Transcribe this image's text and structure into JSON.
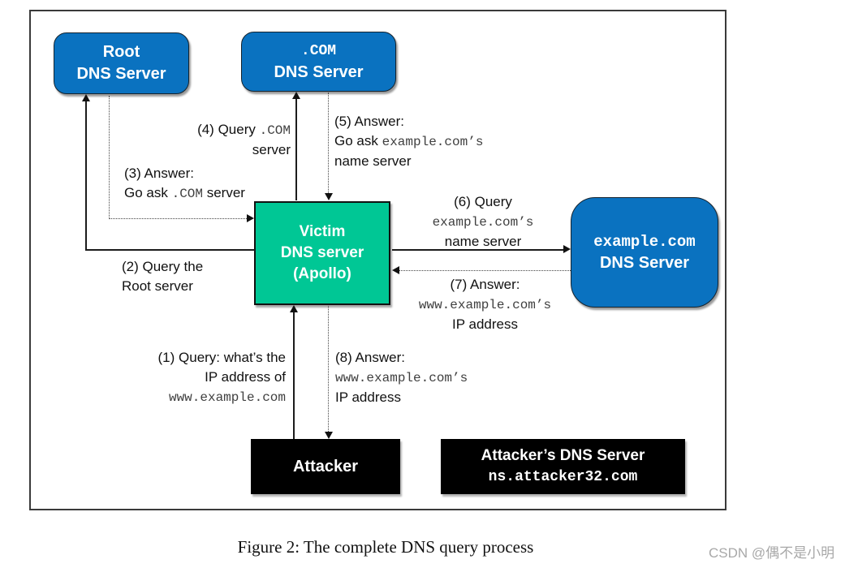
{
  "diagram": {
    "nodes": {
      "root": {
        "line1": "Root",
        "line2": "DNS Server"
      },
      "com": {
        "line1": ".COM",
        "line2": "DNS Server"
      },
      "victim": {
        "line1": "Victim",
        "line2": "DNS server",
        "line3": "(Apollo)"
      },
      "example": {
        "line1": "example.com",
        "line2": "DNS Server"
      },
      "attacker": {
        "line1": "Attacker"
      },
      "attacker_dns": {
        "line1": "Attacker’s DNS Server",
        "line2": "ns.attacker32.com"
      }
    },
    "labels": {
      "step1": {
        "line1": "(1) Query: what’s the",
        "line2": "IP address of",
        "line3_mono": "www.example.com"
      },
      "step2": {
        "line1": "(2) Query the",
        "line2": "Root server"
      },
      "step3": {
        "line1": "(3) Answer:",
        "line2_sans": "Go ask ",
        "line2_mono": ".COM",
        "line2_sans2": " server"
      },
      "step4": {
        "line1_sans": "(4) Query ",
        "line1_mono": ".COM",
        "line2": "server"
      },
      "step5": {
        "line1": "(5) Answer:",
        "line2_sans": "Go ask ",
        "line2_mono": "example.com’s",
        "line3": "name server"
      },
      "step6": {
        "line1": "(6) Query",
        "line2_mono": "example.com’s",
        "line3": "name server"
      },
      "step7": {
        "line1": "(7) Answer:",
        "line2_mono": "www.example.com’s",
        "line3": "IP address"
      },
      "step8": {
        "line1": "(8) Answer:",
        "line2_mono": "www.example.com’s",
        "line3": "IP address"
      }
    },
    "colors": {
      "server_blue": "#0a72c0",
      "victim_green": "#00c795",
      "attacker_black": "#000000",
      "box_text": "#ffffff",
      "watermark_gray": "#a8a8a8"
    }
  },
  "caption": "Figure 2: The complete DNS query process",
  "watermark": "CSDN @偶不是小明"
}
